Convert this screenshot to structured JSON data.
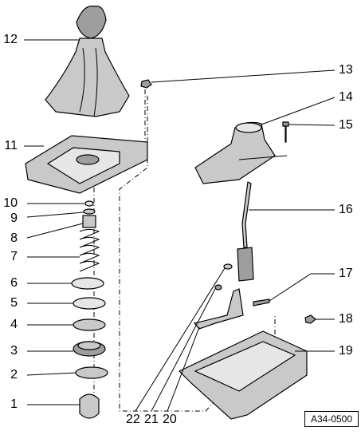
{
  "callouts": [
    {
      "id": "1",
      "text": "1"
    },
    {
      "id": "2",
      "text": "2"
    },
    {
      "id": "3",
      "text": "3"
    },
    {
      "id": "4",
      "text": "4"
    },
    {
      "id": "5",
      "text": "5"
    },
    {
      "id": "6",
      "text": "6"
    },
    {
      "id": "7",
      "text": "7"
    },
    {
      "id": "8",
      "text": "8"
    },
    {
      "id": "9",
      "text": "9"
    },
    {
      "id": "10",
      "text": "10"
    },
    {
      "id": "11",
      "text": "11"
    },
    {
      "id": "12",
      "text": "12"
    },
    {
      "id": "13",
      "text": "13"
    },
    {
      "id": "14",
      "text": "14"
    },
    {
      "id": "15",
      "text": "15"
    },
    {
      "id": "16",
      "text": "16"
    },
    {
      "id": "17",
      "text": "17"
    },
    {
      "id": "18",
      "text": "18"
    },
    {
      "id": "19",
      "text": "19"
    },
    {
      "id": "20",
      "text": "20"
    },
    {
      "id": "21",
      "text": "21"
    },
    {
      "id": "22",
      "text": "22"
    }
  ],
  "reference_code": "A34-0500",
  "colors": {
    "line": "#000000",
    "part_fill": "#c9c9c9",
    "part_dark": "#9e9e9e",
    "part_light": "#e6e6e6",
    "background": "#ffffff"
  }
}
